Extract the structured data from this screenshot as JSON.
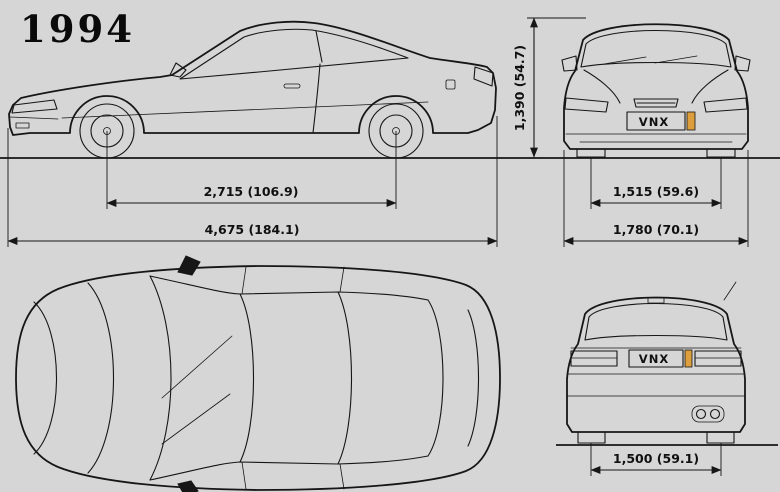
{
  "title": "1994",
  "license_plate": "VNX",
  "colors": {
    "background": "#d6d6d6",
    "line": "#161616",
    "plate_bg": "#f4f4f2",
    "badge": "#dd9f3e"
  },
  "views": {
    "side": {
      "wheelbase": "2,715 (106.9)",
      "overall_length": "4,675 (184.1)"
    },
    "front": {
      "overall_height": "1,390 (54.7)",
      "front_track": "1,515 (59.6)",
      "overall_width": "1,780 (70.1)"
    },
    "rear": {
      "rear_track": "1,500 (59.1)"
    }
  }
}
